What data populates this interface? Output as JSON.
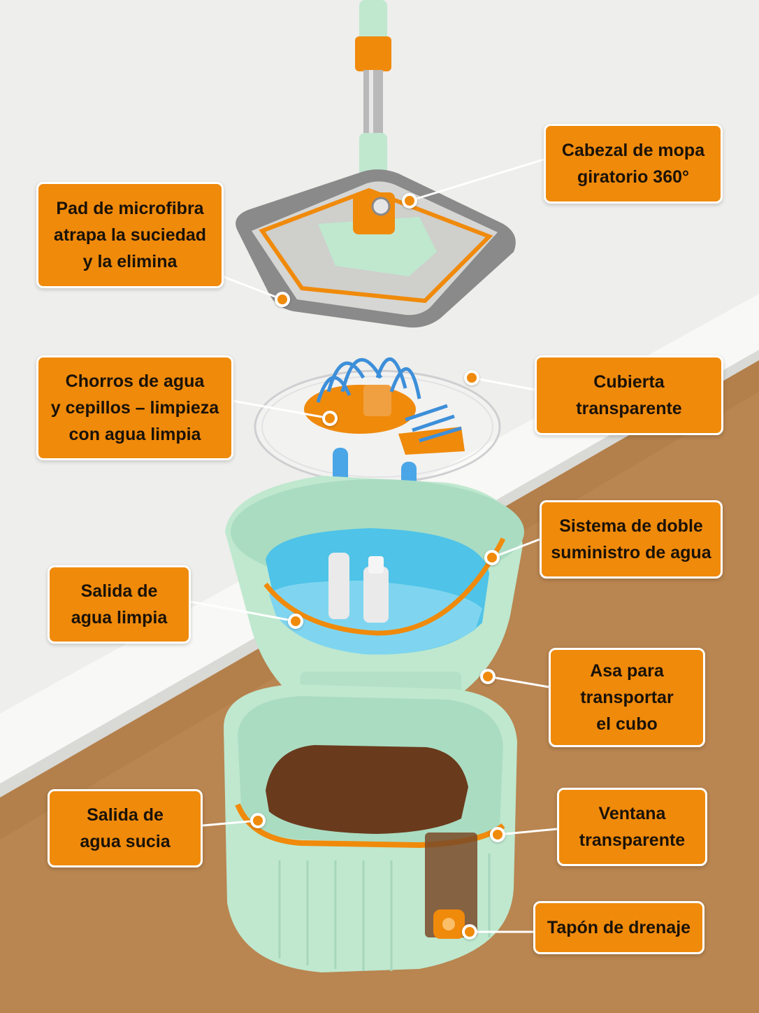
{
  "colors": {
    "accent": "#f08a0b",
    "mint": "#bfe8cf",
    "wall": "#ededeb",
    "floor": "#b98550",
    "water_clean": "#4fc3e8",
    "water_dirty": "#6a3a1c"
  },
  "labels": {
    "mop_head": "Cabezal de mopa\ngiratorio 360°",
    "microfiber_pad": "Pad de microfibra\natrapa la suciedad\ny la elimina",
    "water_jets": "Chorros de agua\ny cepillos – limpieza\ncon agua limpia",
    "clear_cover": "Cubierta\ntransparente",
    "dual_water": "Sistema de doble\nsuministro de agua",
    "clean_outlet": "Salida de\nagua limpia",
    "handle": "Asa para\ntransportar\nel cubo",
    "dirty_outlet": "Salida de\nagua sucia",
    "window": "Ventana\ntransparente",
    "drain_plug": "Tapón de drenaje"
  }
}
